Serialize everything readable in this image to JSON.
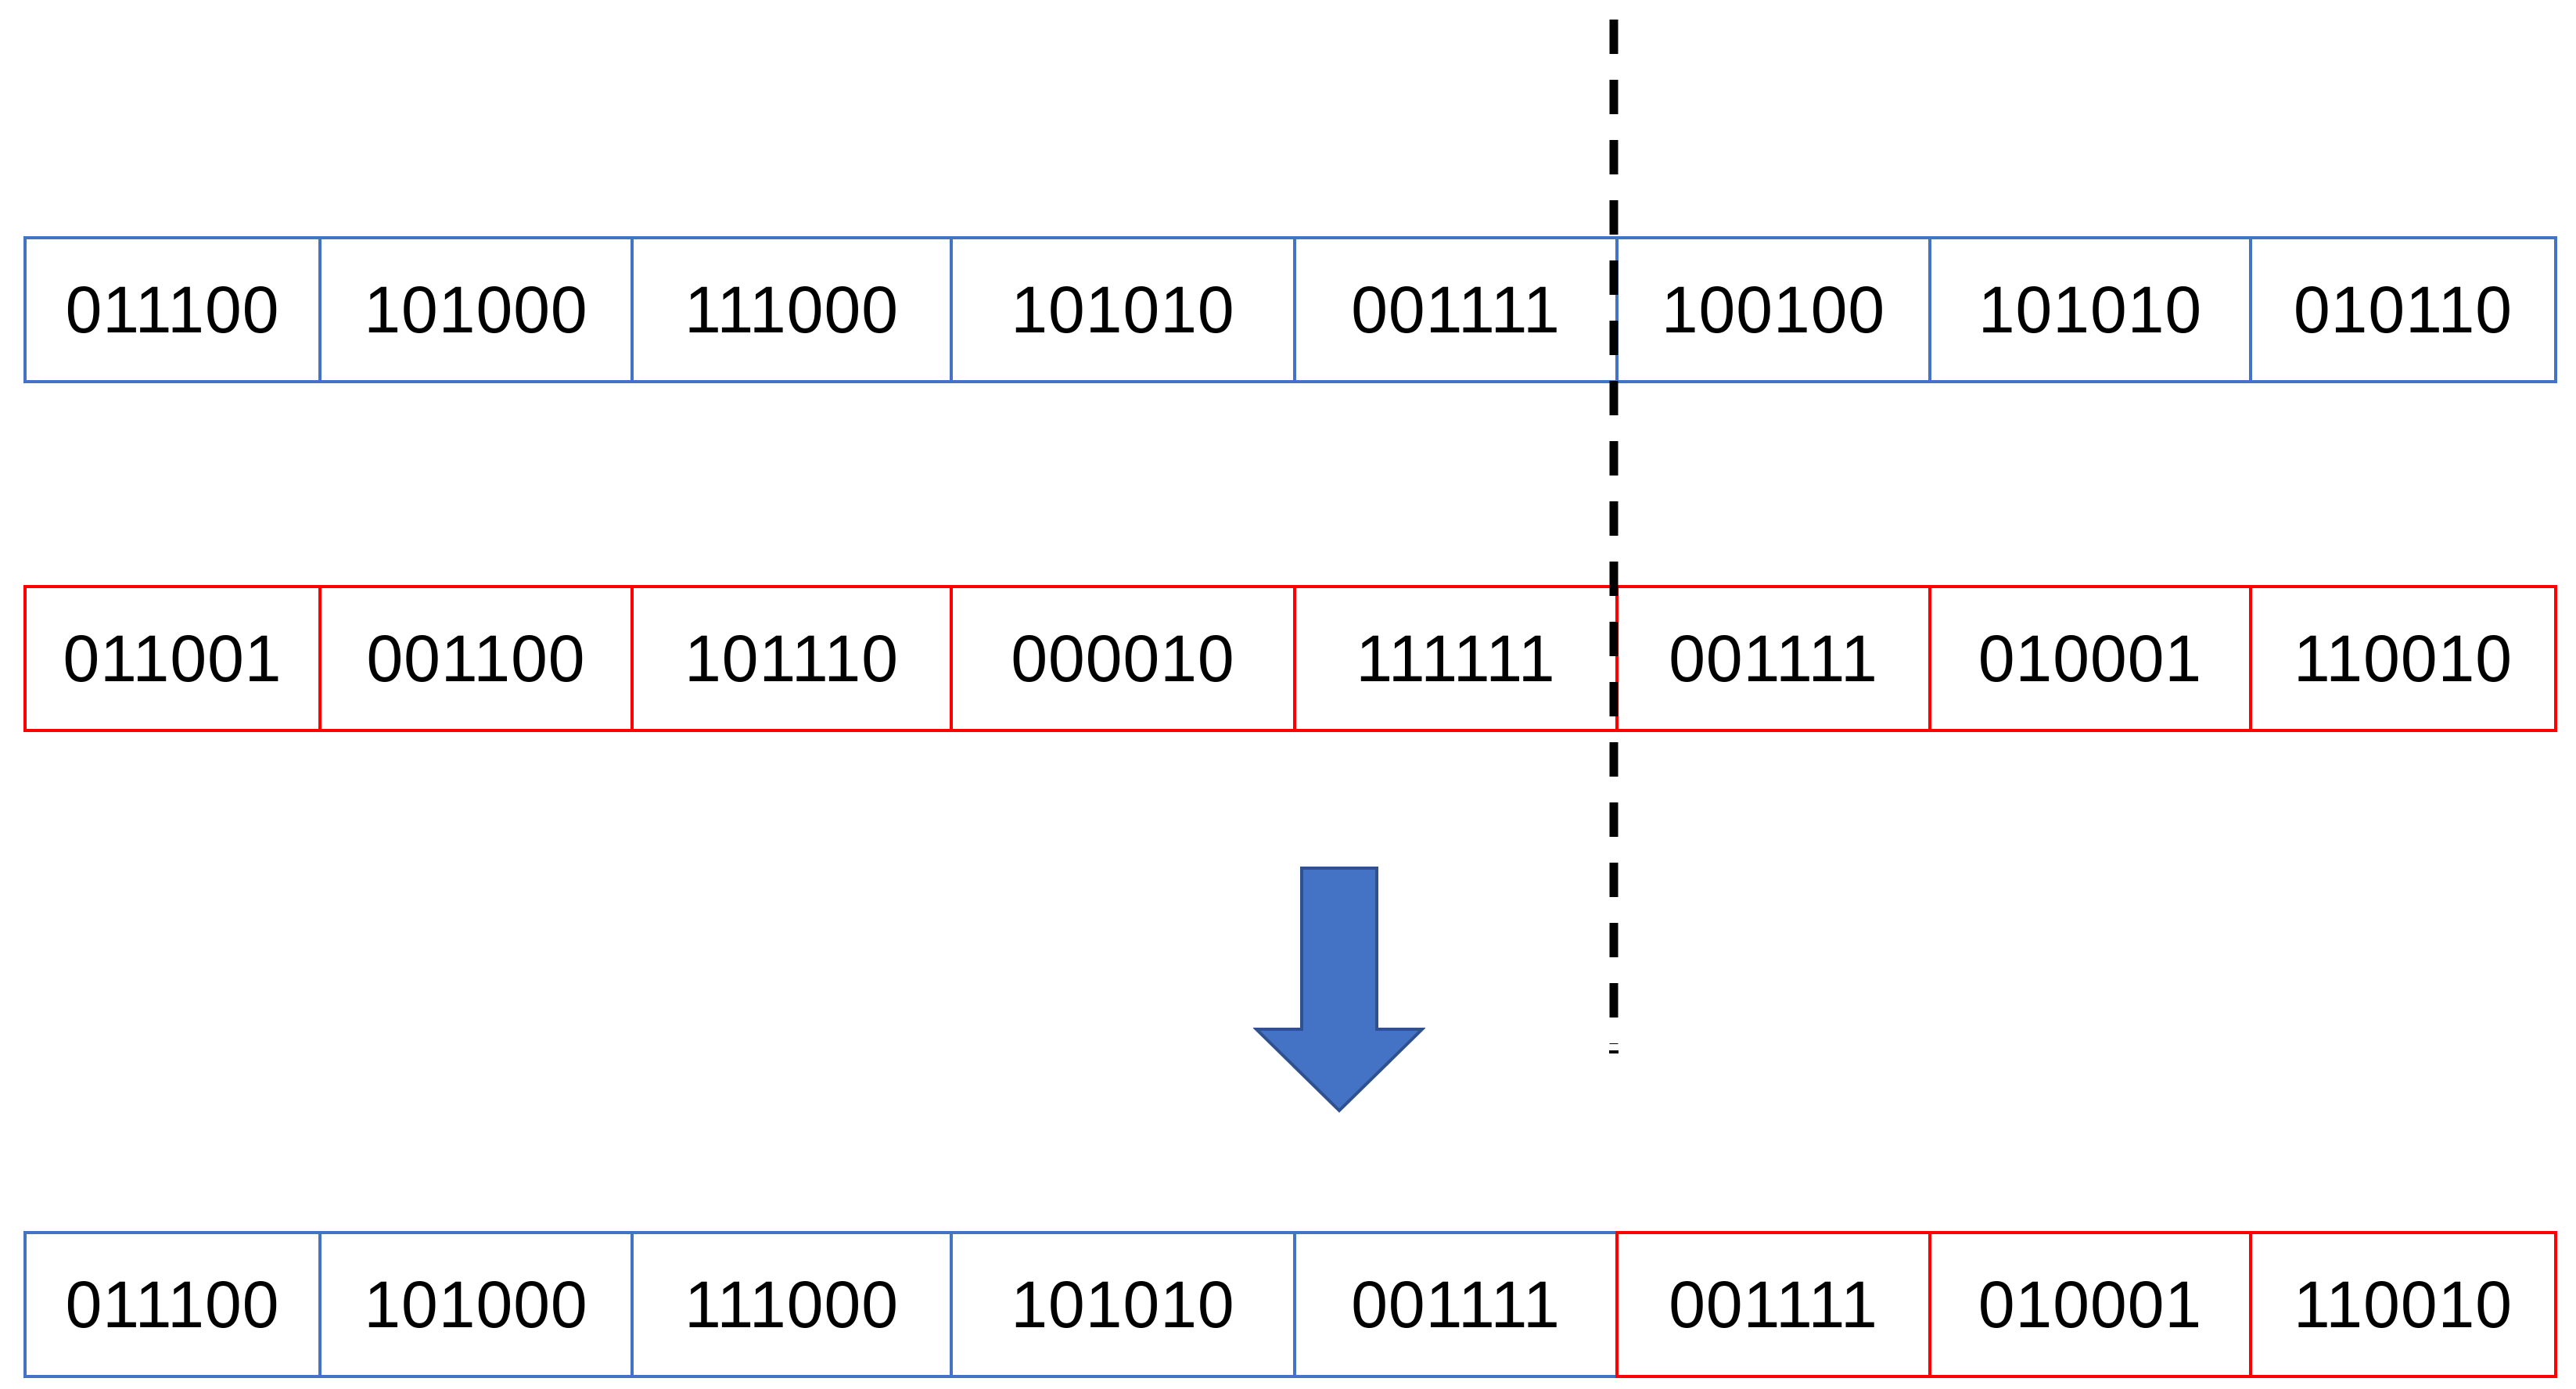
{
  "diagram": {
    "parent_1": {
      "color": "#4472c4",
      "genes": [
        "011100",
        "101000",
        "111000",
        "101010",
        "001111",
        "100100",
        "101010",
        "010110"
      ]
    },
    "parent_2": {
      "color": "#ff0000",
      "genes": [
        "011001",
        "001100",
        "101110",
        "000010",
        "111111",
        "001111",
        "010001",
        "110010"
      ]
    },
    "offspring": {
      "genes": [
        "011100",
        "101000",
        "111000",
        "101010",
        "001111",
        "001111",
        "010001",
        "110010"
      ],
      "gene_sources": [
        "parent_1",
        "parent_1",
        "parent_1",
        "parent_1",
        "parent_1",
        "parent_2",
        "parent_2",
        "parent_2"
      ]
    },
    "crossover_point_after_gene": 5,
    "crossover_line_style": "dashed",
    "arrow": {
      "direction": "down",
      "color": "#4472c4"
    }
  }
}
